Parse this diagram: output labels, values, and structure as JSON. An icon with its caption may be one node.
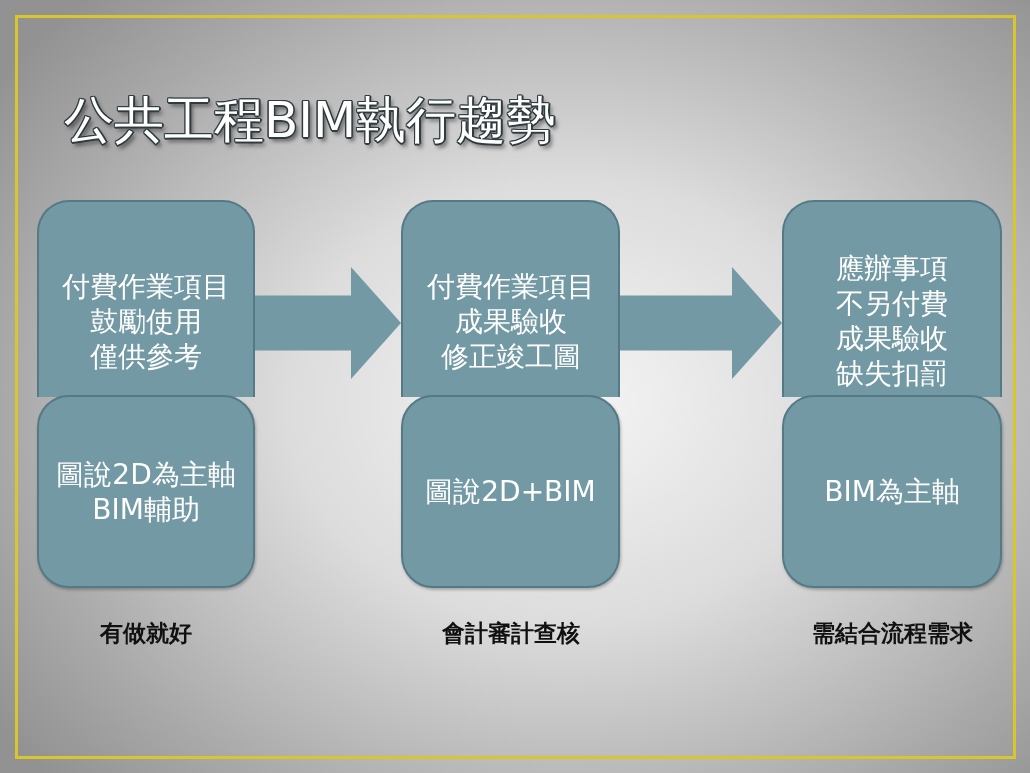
{
  "diagram": {
    "title": "公共工程BIM執行趨勢",
    "nodes": [
      {
        "text": [
          "付費作業項目",
          "鼓勵使用",
          "僅供參考"
        ]
      },
      {
        "text": [
          "圖說2D為主軸",
          "BIM輔助"
        ],
        "beside": [
          "有做就好"
        ]
      },
      {
        "text": [
          "付費作業項目",
          "成果驗收",
          "修正竣工圖"
        ]
      },
      {
        "text": [
          "圖說2D+BIM"
        ],
        "beside": [
          "會計審計查核"
        ]
      },
      {
        "text": [
          "應辦事項",
          "不另付費",
          "成果驗收",
          "缺失扣罰"
        ]
      },
      {
        "text": [
          "BIM為主軸"
        ],
        "beside": [
          "需結合流程需求"
        ]
      }
    ],
    "edges": [
      {
        "from": 0,
        "to": 2,
        "arrow": "to"
      },
      {
        "from": 2,
        "to": 4,
        "arrow": "to"
      }
    ]
  }
}
